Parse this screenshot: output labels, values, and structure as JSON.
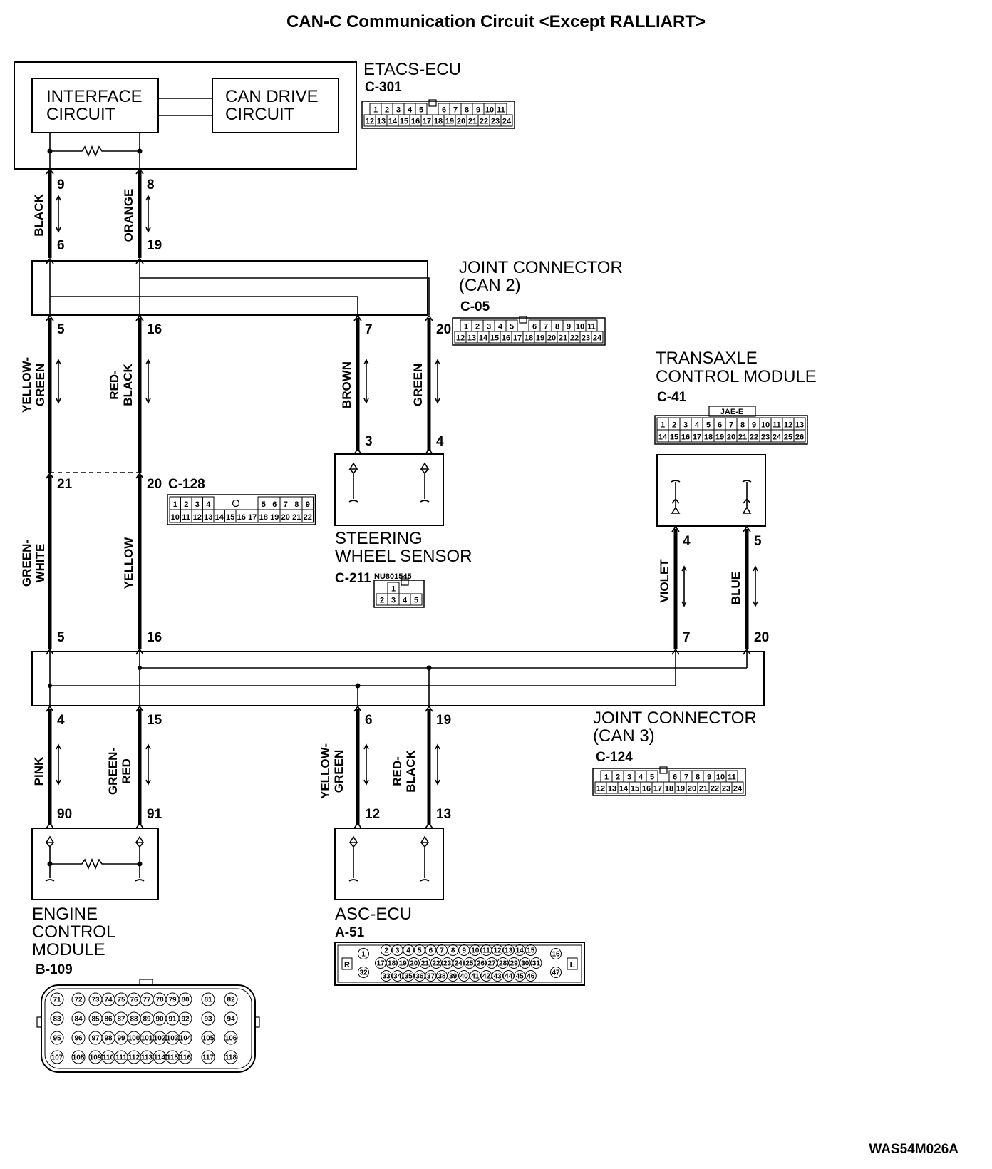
{
  "title": "CAN-C Communication Circuit <Except RALLIART>",
  "figure_id": "WAS54M026A",
  "components": {
    "etacs": {
      "name": "ETACS-ECU",
      "code": "C-301",
      "interface": [
        "INTERFACE",
        "CIRCUIT"
      ],
      "can_drive": [
        "CAN DRIVE",
        "CIRCUIT"
      ]
    },
    "jc_can2": {
      "name": [
        "JOINT CONNECTOR",
        "(CAN 2)"
      ],
      "code": "C-05"
    },
    "jc_can3": {
      "name": [
        "JOINT CONNECTOR",
        "(CAN 3)"
      ],
      "code": "C-124"
    },
    "tcm": {
      "name": [
        "TRANSAXLE",
        "CONTROL MODULE"
      ],
      "code": "C-41",
      "tag": "JAE-E"
    },
    "sws": {
      "name": [
        "STEERING",
        "WHEEL SENSOR"
      ],
      "code": "C-211",
      "tag": "NU801545"
    },
    "c128": {
      "code": "C-128"
    },
    "ecm": {
      "name": [
        "ENGINE",
        "CONTROL",
        "MODULE"
      ],
      "code": "B-109"
    },
    "asc": {
      "name": "ASC-ECU",
      "code": "A-51",
      "left_mark": "R",
      "right_mark": "L"
    }
  },
  "wires": [
    {
      "id": "etacs-black",
      "color": "BLACK",
      "from_pin": "9",
      "to_pin": "6"
    },
    {
      "id": "etacs-orange",
      "color": "ORANGE",
      "from_pin": "8",
      "to_pin": "19"
    },
    {
      "id": "yg-1",
      "color": [
        "YELLOW-",
        "GREEN"
      ],
      "from_pin": "5",
      "to_pin": "21"
    },
    {
      "id": "rb-1",
      "color": [
        "RED-",
        "BLACK"
      ],
      "from_pin": "16",
      "to_pin": "20"
    },
    {
      "id": "brown",
      "color": "BROWN",
      "from_pin": "7",
      "to_pin": "3"
    },
    {
      "id": "green",
      "color": "GREEN",
      "from_pin": "20",
      "to_pin": "4"
    },
    {
      "id": "gw",
      "color": [
        "GREEN-",
        "WHITE"
      ],
      "from_pin": "21",
      "to_pin": "5"
    },
    {
      "id": "yellow",
      "color": "YELLOW",
      "from_pin": "20",
      "to_pin": "16"
    },
    {
      "id": "violet",
      "color": "VIOLET",
      "from_pin": "4",
      "to_pin": "7"
    },
    {
      "id": "blue",
      "color": "BLUE",
      "from_pin": "5",
      "to_pin": "20"
    },
    {
      "id": "pink",
      "color": "PINK",
      "from_pin": "4",
      "to_pin": "90"
    },
    {
      "id": "gr",
      "color": [
        "GREEN-",
        "RED"
      ],
      "from_pin": "15",
      "to_pin": "91"
    },
    {
      "id": "yg-2",
      "color": [
        "YELLOW-",
        "GREEN"
      ],
      "from_pin": "6",
      "to_pin": "12"
    },
    {
      "id": "rb-2",
      "color": [
        "RED-",
        "BLACK"
      ],
      "from_pin": "19",
      "to_pin": "13"
    }
  ],
  "connectors": {
    "c301": {
      "top": [
        "1",
        "2",
        "3",
        "4",
        "5",
        "",
        "6",
        "7",
        "8",
        "9",
        "10",
        "11"
      ],
      "bottom": [
        "12",
        "13",
        "14",
        "15",
        "16",
        "17",
        "18",
        "19",
        "20",
        "21",
        "22",
        "23",
        "24"
      ]
    },
    "c05": {
      "top": [
        "1",
        "2",
        "3",
        "4",
        "5",
        "",
        "6",
        "7",
        "8",
        "9",
        "10",
        "11"
      ],
      "bottom": [
        "12",
        "13",
        "14",
        "15",
        "16",
        "17",
        "18",
        "19",
        "20",
        "21",
        "22",
        "23",
        "24"
      ]
    },
    "c124": {
      "top": [
        "1",
        "2",
        "3",
        "4",
        "5",
        "",
        "6",
        "7",
        "8",
        "9",
        "10",
        "11"
      ],
      "bottom": [
        "12",
        "13",
        "14",
        "15",
        "16",
        "17",
        "18",
        "19",
        "20",
        "21",
        "22",
        "23",
        "24"
      ]
    },
    "c41": {
      "top": [
        "1",
        "2",
        "3",
        "4",
        "5",
        "6",
        "7",
        "8",
        "9",
        "10",
        "11",
        "12",
        "13"
      ],
      "bottom": [
        "14",
        "15",
        "16",
        "17",
        "18",
        "19",
        "20",
        "21",
        "22",
        "23",
        "24",
        "25",
        "26"
      ]
    },
    "c128": {
      "top": [
        "1",
        "2",
        "3",
        "4",
        "",
        "5",
        "6",
        "7",
        "8",
        "9"
      ],
      "bottom": [
        "10",
        "11",
        "12",
        "13",
        "14",
        "15",
        "16",
        "17",
        "18",
        "19",
        "20",
        "21",
        "22"
      ]
    },
    "c211": {
      "top": [
        "1",
        ""
      ],
      "bottom": [
        "2",
        "3",
        "4",
        "5"
      ]
    },
    "a51": {
      "row1": [
        "2",
        "3",
        "4",
        "5",
        "6",
        "7",
        "8",
        "9",
        "10",
        "11",
        "12",
        "13",
        "14",
        "15"
      ],
      "row2": [
        "17",
        "18",
        "19",
        "20",
        "21",
        "22",
        "23",
        "24",
        "25",
        "26",
        "27",
        "28",
        "29",
        "30",
        "31"
      ],
      "row3": [
        "33",
        "34",
        "35",
        "36",
        "37",
        "38",
        "39",
        "40",
        "41",
        "42",
        "43",
        "44",
        "45",
        "46"
      ],
      "left": [
        "1",
        "32"
      ],
      "right": [
        "16",
        "47"
      ]
    },
    "b109": {
      "rows": [
        [
          "71",
          "72",
          "73",
          "74",
          "75",
          "76",
          "77",
          "78",
          "79",
          "80",
          "81",
          "82"
        ],
        [
          "83",
          "84",
          "85",
          "86",
          "87",
          "88",
          "89",
          "90",
          "91",
          "92",
          "93",
          "94"
        ],
        [
          "95",
          "96",
          "97",
          "98",
          "99",
          "100",
          "101",
          "102",
          "103",
          "104",
          "105",
          "106"
        ],
        [
          "107",
          "108",
          "109",
          "110",
          "111",
          "112",
          "113",
          "114",
          "115",
          "116",
          "117",
          "118"
        ]
      ]
    }
  }
}
